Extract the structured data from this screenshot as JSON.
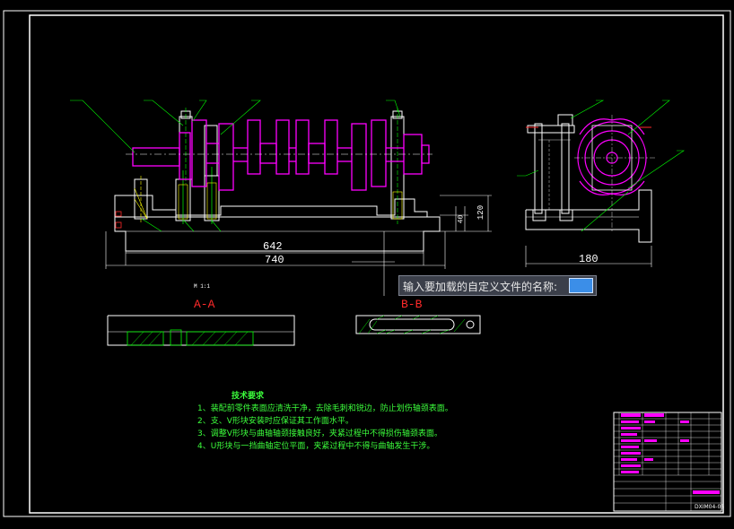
{
  "prompt": {
    "text": "输入要加载的自定义文件的名称:",
    "input_value": ""
  },
  "sections": {
    "aa": "A-A",
    "bb": "B-B"
  },
  "scale_note": "M 1:1",
  "dimensions": {
    "d642": "642",
    "d740": "740",
    "d180": "180",
    "d120": "120",
    "d40": "40"
  },
  "tech_notes": {
    "title": "技术要求",
    "items": [
      "1、装配前零件表面应清洗干净，去除毛刺和锐边，防止划伤轴颈表面。",
      "2、支、V形块安装时应保证其工作面水平。",
      "3、调整V形块与曲轴轴颈接触良好，夹紧过程中不得损伤轴颈表面。",
      "4、U形块与一挡曲轴定位平面，夹紧过程中不得与曲轴发生干涉。"
    ]
  },
  "title_block": {
    "drawing_no": "DXIM04-06"
  },
  "colors": {
    "background": "#000000",
    "outline": "#ffffff",
    "part": "#ff00ff",
    "leader": "#00ff00",
    "section": "#ff0000",
    "prompt_bg": "#3b3f4a",
    "prompt_input": "#3b8ee8"
  }
}
